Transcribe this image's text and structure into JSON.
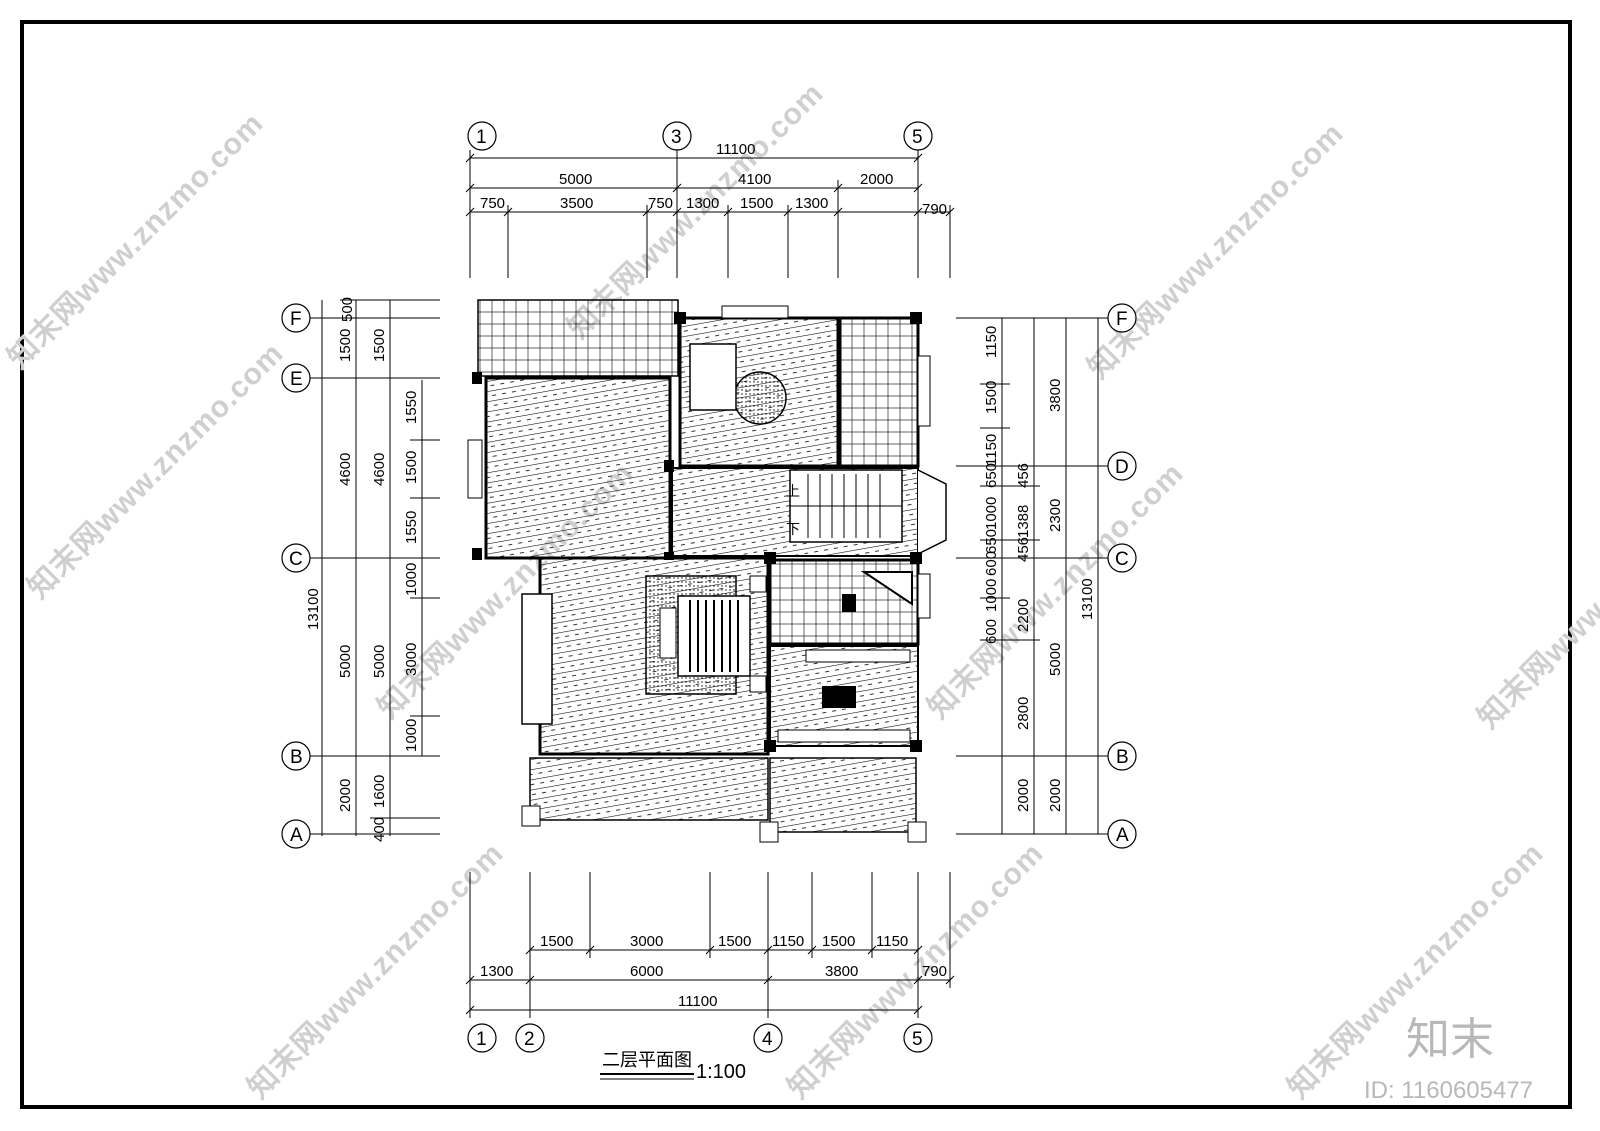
{
  "drawing": {
    "title": "二层平面图",
    "scale": "1:100",
    "grid_top": [
      "1",
      "3",
      "5"
    ],
    "grid_bottom": [
      "1",
      "2",
      "4",
      "5"
    ],
    "grid_left": [
      "F",
      "E",
      "C",
      "B",
      "A"
    ],
    "grid_right": [
      "F",
      "D",
      "C",
      "B",
      "A"
    ],
    "room_labels": {
      "up": "上",
      "down": "下"
    }
  },
  "dims_top": {
    "overall": "11100",
    "row2": [
      "5000",
      "4100",
      "2000"
    ],
    "row3": [
      "750",
      "3500",
      "750",
      "1300",
      "1500",
      "1300",
      "790"
    ]
  },
  "dims_bottom": {
    "row1": [
      "1500",
      "3000",
      "1500",
      "1150",
      "1500",
      "1150"
    ],
    "row2": [
      "1300",
      "6000",
      "3800",
      "790"
    ],
    "overall": "11100"
  },
  "dims_left": {
    "overall": "13100",
    "col2": [
      "1500",
      "4600",
      "5000",
      "2000"
    ],
    "col3": [
      "500",
      "1500",
      "4600",
      "5000",
      "1600",
      "400"
    ],
    "col4": [
      "1550",
      "1500",
      "1550",
      "1000",
      "3000",
      "1000"
    ]
  },
  "dims_right": {
    "col1": [
      "1150",
      "1500",
      "1150",
      "650",
      "1000",
      "650",
      "600",
      "1000",
      "600",
      "2800",
      "2000"
    ],
    "col2": [
      "456",
      "1388",
      "456",
      "2200"
    ],
    "col3": [
      "3800",
      "2300",
      "5000",
      "2000"
    ],
    "overall": "13100"
  },
  "watermark": {
    "text": "知末网www.znzmo.com",
    "brand": "知末",
    "id_label": "ID: 1160605477"
  },
  "colors": {
    "line": "#000000",
    "watermark": "#cfcfcf"
  }
}
